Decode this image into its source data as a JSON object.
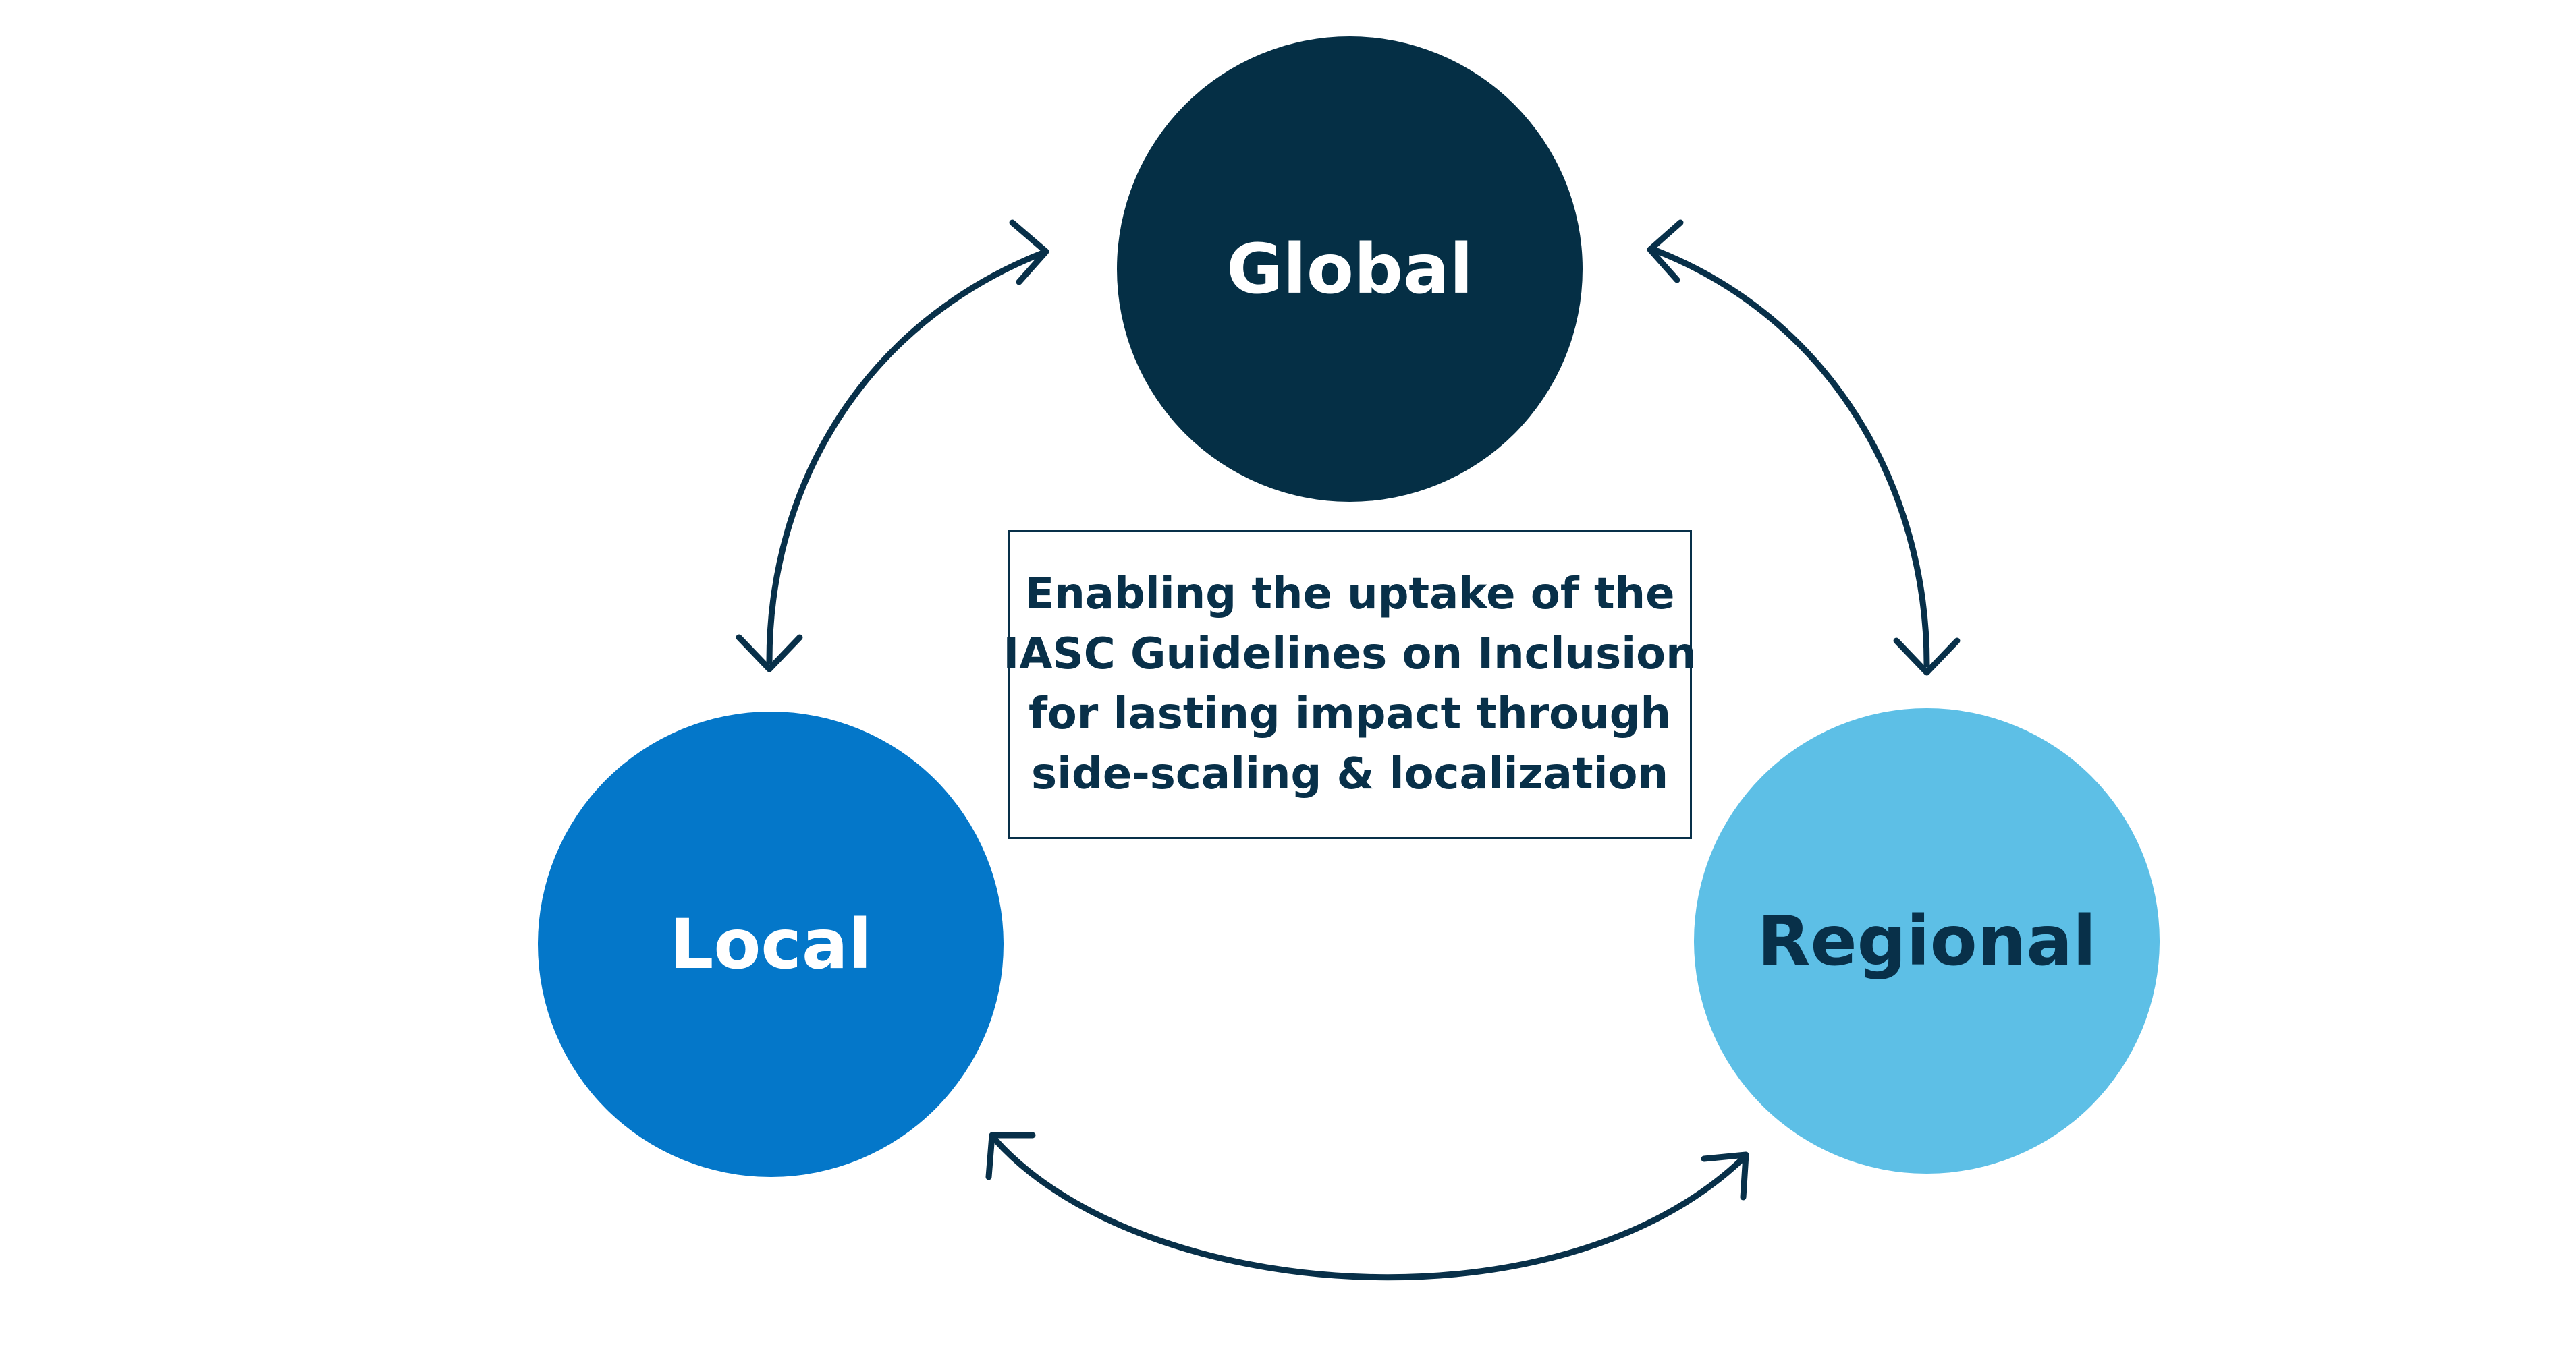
{
  "colors": {
    "background": "#ffffff",
    "global_fill": "#052f45",
    "local_fill": "#0477c9",
    "regional_fill": "#5dbfe6",
    "arrow_stroke": "#083049",
    "dark_text": "#083049",
    "light_text": "#ffffff"
  },
  "nodes": {
    "global": {
      "label": "Global"
    },
    "local": {
      "label": "Local"
    },
    "regional": {
      "label": "Regional"
    }
  },
  "center": {
    "lines": [
      "Enabling the uptake of the",
      "IASC Guidelines on Inclusion",
      "for lasting impact through",
      "side-scaling & localization"
    ]
  },
  "connections": [
    {
      "from": "global",
      "to": "local",
      "style": "double-headed-arrow"
    },
    {
      "from": "global",
      "to": "regional",
      "style": "double-headed-arrow"
    },
    {
      "from": "local",
      "to": "regional",
      "style": "double-headed-arrow"
    }
  ]
}
